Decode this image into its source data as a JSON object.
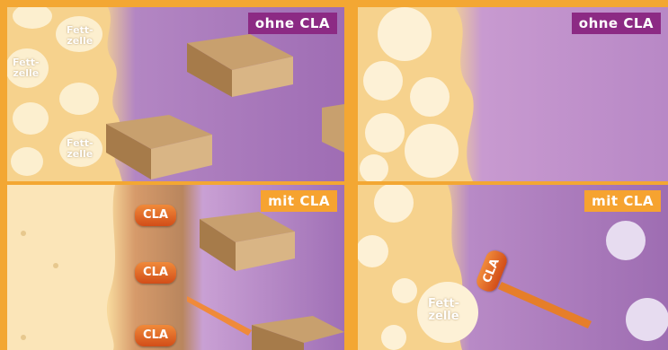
{
  "panels": {
    "top_left": {
      "label": "ohne CLA"
    },
    "top_right": {
      "label": "ohne CLA"
    },
    "bottom_left": {
      "label": "mit CLA"
    },
    "bottom_right": {
      "label": "mit CLA"
    }
  },
  "cell_label_top": "Fett-",
  "cell_label_bottom": "zelle",
  "cla_label": "CLA",
  "colors": {
    "orange_frame": "#f3a733",
    "purple": "#9a69b0",
    "ohne_badge": "#8c2a84",
    "mit_badge": "#f6a330",
    "cla_badge": "#e0611f"
  }
}
